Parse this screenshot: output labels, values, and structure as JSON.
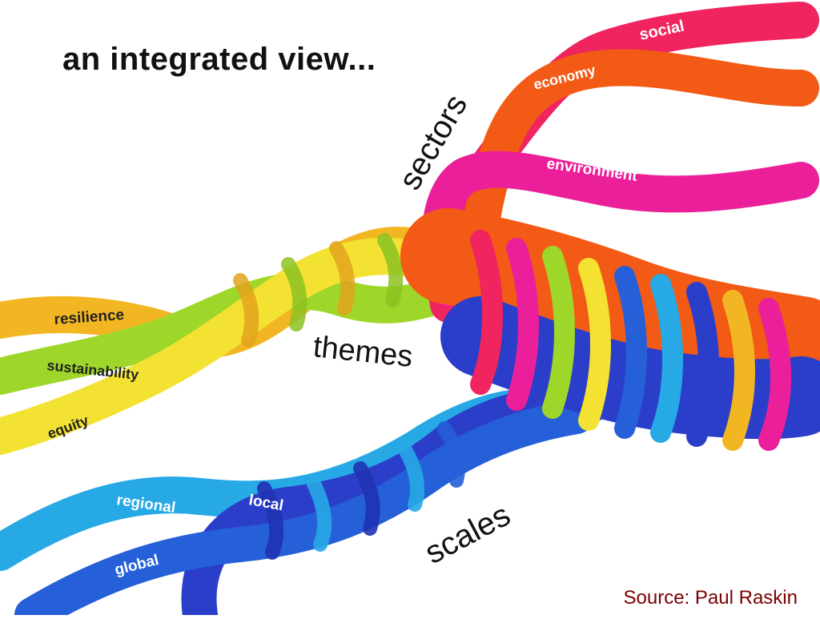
{
  "title": "an integrated view...",
  "source": "Source: Paul Raskin",
  "groups": {
    "sectors": "sectors",
    "themes": "themes",
    "scales": "scales"
  },
  "strands": {
    "social": {
      "label": "social",
      "color": "#f0245e"
    },
    "economy": {
      "label": "economy",
      "color": "#f25a16"
    },
    "environment": {
      "label": "environment",
      "color": "#ec1f9a"
    },
    "resilience": {
      "label": "resilience",
      "color": "#f3b623"
    },
    "sustainability": {
      "label": "sustainability",
      "color": "#9fd62a"
    },
    "equity": {
      "label": "equity",
      "color": "#f4e233"
    },
    "regional": {
      "label": "regional",
      "color": "#27a9e6"
    },
    "local": {
      "label": "local",
      "color": "#2b3ec9"
    },
    "global": {
      "label": "global",
      "color": "#2560d8"
    }
  }
}
